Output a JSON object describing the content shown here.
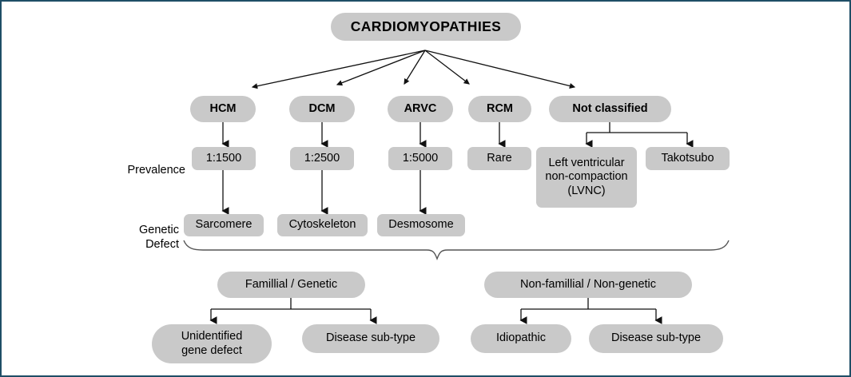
{
  "diagram": {
    "title": "Cardiomyopathies classification flowchart",
    "colors": {
      "node_fill": "#c9c9c9",
      "border": "#1f4e66",
      "background": "#ffffff",
      "edge": "#111111",
      "text": "#000000"
    },
    "root": {
      "label": "CARDIOMYOPATHIES"
    },
    "row_labels": {
      "prevalence": "Prevalence",
      "genetic_defect": "Genetic\nDefect"
    },
    "types": [
      {
        "id": "hcm",
        "label": "HCM"
      },
      {
        "id": "dcm",
        "label": "DCM"
      },
      {
        "id": "arvc",
        "label": "ARVC"
      },
      {
        "id": "rcm",
        "label": "RCM"
      },
      {
        "id": "not_classified",
        "label": "Not classified"
      }
    ],
    "prevalence": [
      {
        "id": "hcm_prev",
        "label": "1:1500"
      },
      {
        "id": "dcm_prev",
        "label": "1:2500"
      },
      {
        "id": "arvc_prev",
        "label": "1:5000"
      },
      {
        "id": "rcm_prev",
        "label": "Rare"
      }
    ],
    "not_classified_children": [
      {
        "id": "lvnc",
        "label": "Left ventricular\nnon-compaction\n(LVNC)"
      },
      {
        "id": "takotsubo",
        "label": "Takotsubo"
      }
    ],
    "genetic_defects": [
      {
        "id": "sarcomere",
        "label": "Sarcomere"
      },
      {
        "id": "cytoskeleton",
        "label": "Cytoskeleton"
      },
      {
        "id": "desmosome",
        "label": "Desmosome"
      }
    ],
    "etiology": [
      {
        "id": "familial",
        "label": "Famillial / Genetic",
        "children": [
          {
            "id": "unidentified_gene_defect",
            "label": "Unidentified\ngene defect"
          },
          {
            "id": "familial_disease_subtype",
            "label": "Disease sub-type"
          }
        ]
      },
      {
        "id": "non_familial",
        "label": "Non-famillial / Non-genetic",
        "children": [
          {
            "id": "idiopathic",
            "label": "Idiopathic"
          },
          {
            "id": "non_familial_disease_subtype",
            "label": "Disease sub-type"
          }
        ]
      }
    ]
  }
}
